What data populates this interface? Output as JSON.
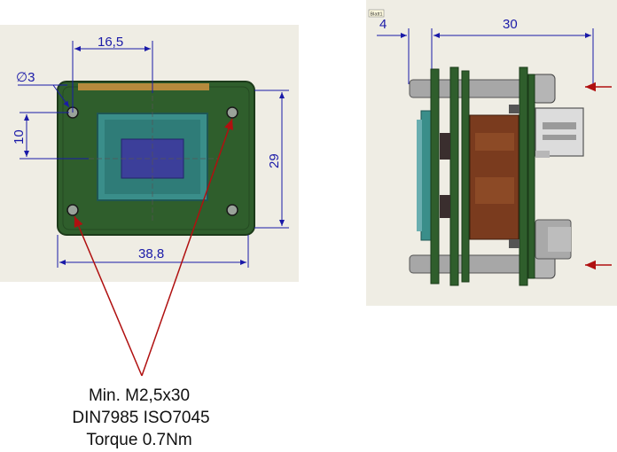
{
  "front_view": {
    "dim_hole_spacing_horizontal": "16,5",
    "dim_hole_diameter": "∅3",
    "dim_hole_offset_vertical": "10",
    "dim_height": "29",
    "dim_width": "38,8"
  },
  "side_view": {
    "tag": "Blatt1",
    "dim_offset": "4",
    "dim_depth": "30"
  },
  "callout": {
    "line1": "Min. M2,5x30",
    "line2": "DIN7985 ISO7045",
    "line3": "Torque 0.7Nm"
  },
  "colors": {
    "dimension": "#1a1aa8",
    "leader": "#b01010",
    "pcb": "#2f5e2c",
    "sensor": "#3a8e8a",
    "panel_bg": "#efede4"
  }
}
